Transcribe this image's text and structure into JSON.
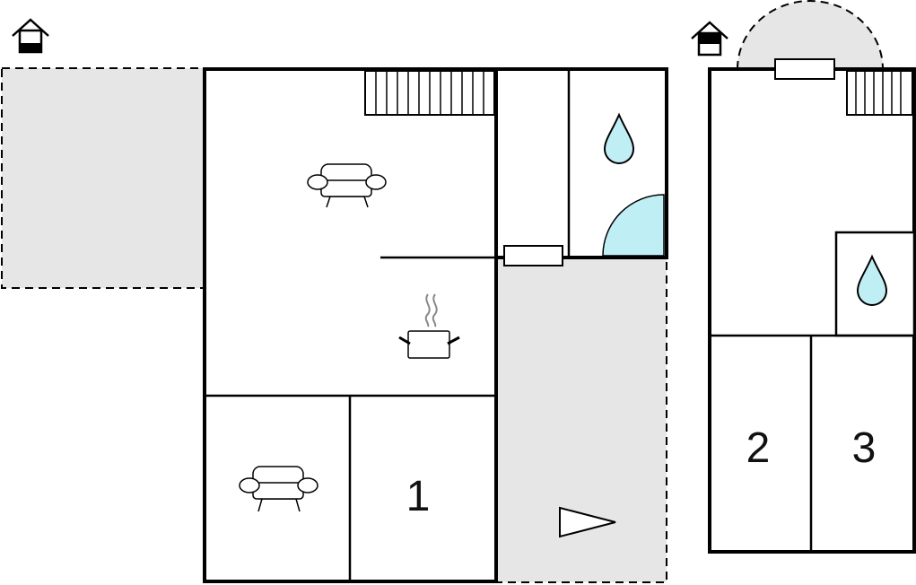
{
  "floors": [
    {
      "name": "ground-floor",
      "floor_icon": "house-ground-floor-icon",
      "rooms": [
        {
          "id": "living-room",
          "icon": "sofa-icon"
        },
        {
          "id": "kitchen",
          "icon": "cooking-pot-icon"
        },
        {
          "id": "second-living-room",
          "icon": "sofa-icon"
        },
        {
          "id": "bedroom-1",
          "label": "1"
        },
        {
          "id": "bathroom",
          "icon": "water-drop-icon"
        },
        {
          "id": "hallway"
        },
        {
          "id": "terrace-left",
          "outdoor": true
        },
        {
          "id": "terrace-right",
          "outdoor": true,
          "icon": "direction-pointer-icon"
        }
      ]
    },
    {
      "name": "upper-floor",
      "floor_icon": "house-upper-floor-icon",
      "rooms": [
        {
          "id": "landing"
        },
        {
          "id": "bathroom",
          "icon": "water-drop-icon"
        },
        {
          "id": "bedroom-2",
          "label": "2"
        },
        {
          "id": "bedroom-3",
          "label": "3"
        },
        {
          "id": "balcony",
          "outdoor": true
        }
      ]
    }
  ],
  "colors": {
    "wall": "#000000",
    "outdoor_fill": "#e6e6e6",
    "water": "#bfeff5",
    "steam": "#888888"
  }
}
